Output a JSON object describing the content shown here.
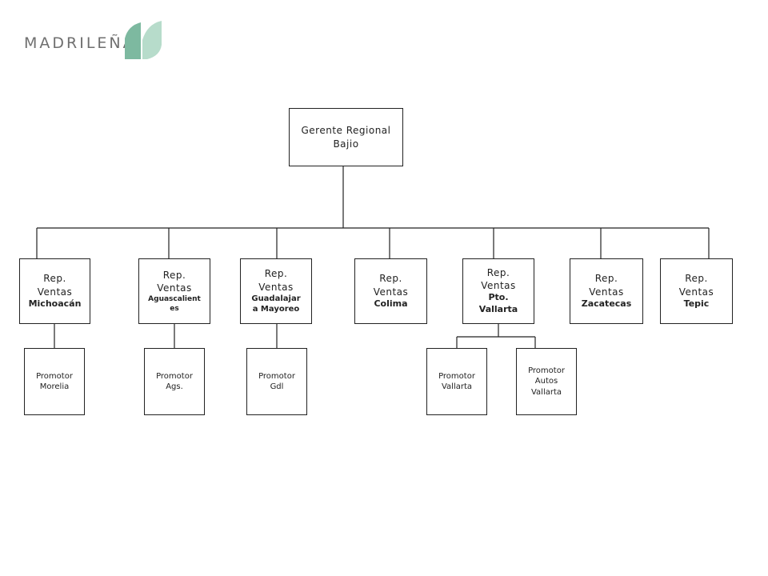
{
  "logo": {
    "text": "MADRILEÑA",
    "colors": {
      "text": "#6f6f6f",
      "leaf_dark": "#7db9a0",
      "leaf_light": "#b7dccb"
    }
  },
  "org": {
    "top": {
      "line1": "Gerente Regional",
      "line2": "Bajio"
    },
    "reps": [
      {
        "line1": "Rep.",
        "line2": "Ventas",
        "city": [
          "Michoacán"
        ]
      },
      {
        "line1": "Rep.",
        "line2": "Ventas",
        "city": [
          "Aguascalient",
          "es"
        ]
      },
      {
        "line1": "Rep.",
        "line2": "Ventas",
        "city": [
          "Guadalajar",
          "a Mayoreo"
        ]
      },
      {
        "line1": "Rep.",
        "line2": "Ventas",
        "city": [
          "Colima"
        ]
      },
      {
        "line1": "Rep.",
        "line2": "Ventas",
        "city": [
          "Pto.",
          "Vallarta"
        ]
      },
      {
        "line1": "Rep.",
        "line2": "Ventas",
        "city": [
          "Zacatecas"
        ]
      },
      {
        "line1": "Rep.",
        "line2": "Ventas",
        "city": [
          "Tepic"
        ]
      }
    ],
    "promotores": [
      {
        "lines": [
          "Promotor",
          "Morelia"
        ]
      },
      {
        "lines": [
          "Promotor",
          "Ags."
        ]
      },
      {
        "lines": [
          "Promotor",
          "Gdl"
        ]
      },
      {
        "lines": [
          "Promotor",
          "Vallarta"
        ]
      },
      {
        "lines": [
          "Promotor",
          "Autos",
          "Vallarta"
        ]
      }
    ]
  }
}
